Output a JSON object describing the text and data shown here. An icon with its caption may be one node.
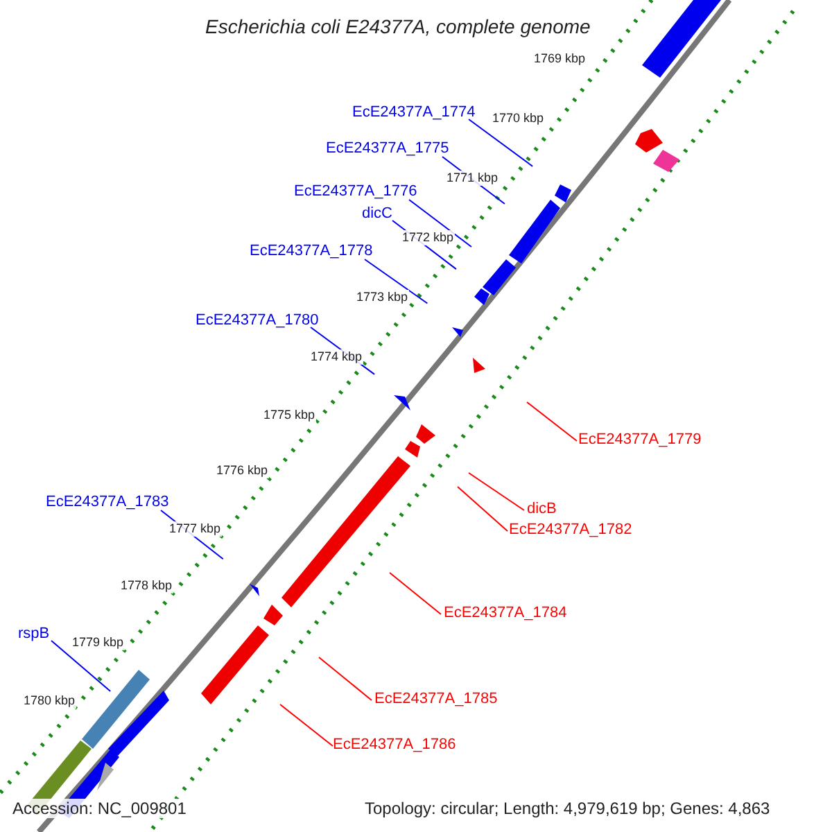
{
  "diagram": {
    "title": "Escherichia coli E24377A, complete genome",
    "nodes": [
      {
        "text": [
          "EcE24377A_1774"
        ]
      },
      {
        "text": [
          "EcE24377A_1775"
        ]
      },
      {
        "text": [
          "EcE24377A_1776"
        ]
      },
      {
        "text": [
          "dicC"
        ]
      },
      {
        "text": [
          "EcE24377A_1778"
        ]
      },
      {
        "text": [
          "EcE24377A_1780"
        ]
      },
      {
        "text": [
          "EcE24377A_1779"
        ]
      },
      {
        "text": [
          "dicB"
        ]
      },
      {
        "text": [
          "EcE24377A_1782"
        ]
      },
      {
        "text": [
          "EcE24377A_1783"
        ]
      },
      {
        "text": [
          "EcE24377A_1784"
        ]
      },
      {
        "text": [
          "rspB"
        ]
      },
      {
        "text": [
          "EcE24377A_1785"
        ]
      },
      {
        "text": [
          "EcE24377A_1786"
        ]
      }
    ],
    "edges": [
      {
        "from": 0,
        "to": null,
        "arrow": "none"
      },
      {
        "from": 1,
        "to": null,
        "arrow": "none"
      },
      {
        "from": 2,
        "to": null,
        "arrow": "none"
      },
      {
        "from": 3,
        "to": null,
        "arrow": "none"
      },
      {
        "from": 4,
        "to": null,
        "arrow": "none"
      },
      {
        "from": 5,
        "to": null,
        "arrow": "none"
      },
      {
        "from": 6,
        "to": null,
        "arrow": "none",
        "color": "#ff0000"
      },
      {
        "from": 7,
        "to": null,
        "arrow": "none",
        "color": "#ff0000"
      },
      {
        "from": 8,
        "to": null,
        "arrow": "none",
        "color": "#ff0000"
      },
      {
        "from": 9,
        "to": null,
        "arrow": "none"
      },
      {
        "from": 10,
        "to": null,
        "arrow": "none",
        "color": "#ff0000"
      },
      {
        "from": 11,
        "to": null,
        "arrow": "none"
      },
      {
        "from": 12,
        "to": null,
        "arrow": "none",
        "color": "#ff0000"
      },
      {
        "from": 13,
        "to": null,
        "arrow": "none",
        "color": "#ff0000"
      }
    ],
    "labels": [
      "1769 kbp",
      "1770 kbp",
      "1771 kbp",
      "1772 kbp",
      "1773 kbp",
      "1774 kbp",
      "1775 kbp",
      "1776 kbp",
      "1777 kbp",
      "1778 kbp",
      "1779 kbp",
      "1780 kbp",
      "Accession: NC_009801",
      "Topology: circular; Length: 4,979,619 bp; Genes: 4,863"
    ]
  }
}
